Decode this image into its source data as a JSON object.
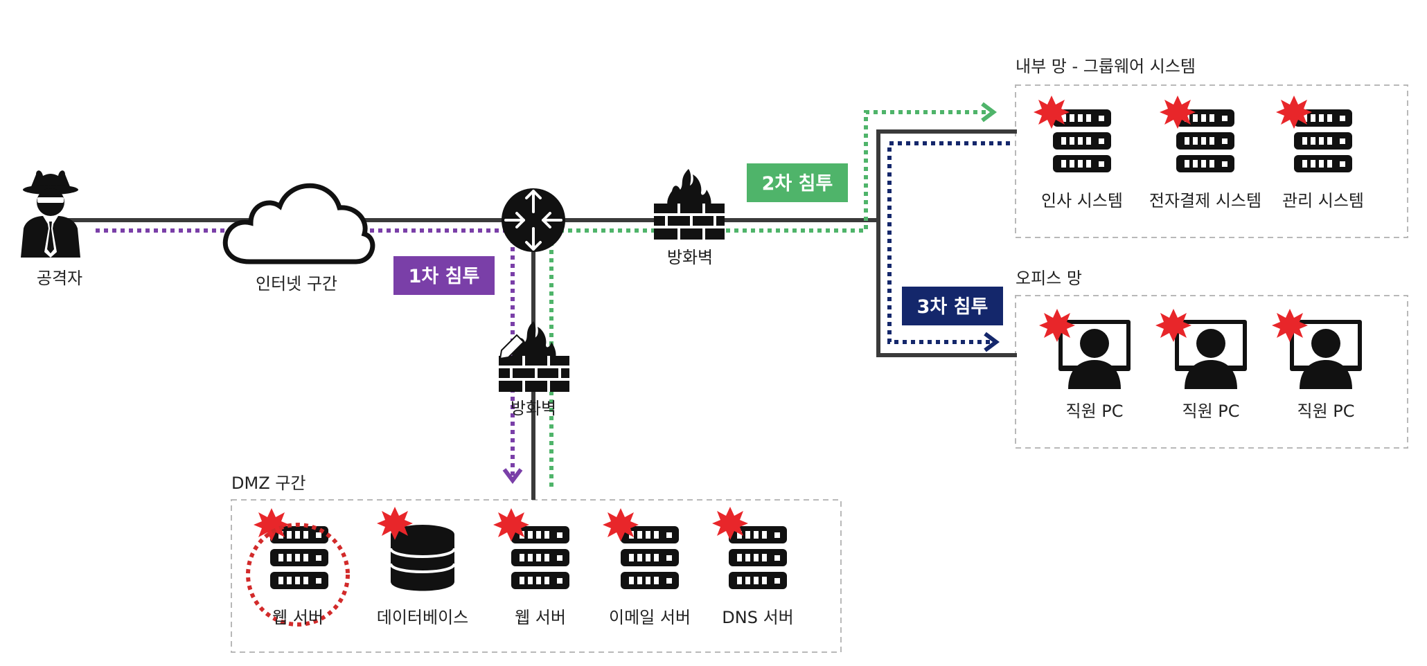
{
  "attacker": {
    "label": "공격자"
  },
  "internet": {
    "label": "인터넷 구간"
  },
  "firewall_main": {
    "label": "방화벽"
  },
  "firewall_dmz": {
    "label": "방화벽"
  },
  "badges": {
    "first": {
      "label": "1차 침투",
      "color": "#7a3fa8"
    },
    "second": {
      "label": "2차 침투",
      "color": "#4fb46a"
    },
    "third": {
      "label": "3차 침투",
      "color": "#14276b"
    }
  },
  "zones": {
    "internal": {
      "title": "내부 망 - 그룹웨어 시스템",
      "items": [
        {
          "label": "인사 시스템",
          "icon": "server-icon"
        },
        {
          "label": "전자결제 시스템",
          "icon": "server-icon"
        },
        {
          "label": "관리 시스템",
          "icon": "server-icon"
        }
      ]
    },
    "office": {
      "title": "오피스 망",
      "items": [
        {
          "label": "직원 PC",
          "icon": "user-pc-icon"
        },
        {
          "label": "직원 PC",
          "icon": "user-pc-icon"
        },
        {
          "label": "직원 PC",
          "icon": "user-pc-icon"
        }
      ]
    },
    "dmz": {
      "title": "DMZ 구간",
      "items": [
        {
          "label": "웹 서버",
          "icon": "server-icon"
        },
        {
          "label": "데이터베이스",
          "icon": "database-icon"
        },
        {
          "label": "웹 서버",
          "icon": "server-icon"
        },
        {
          "label": "이메일 서버",
          "icon": "server-icon"
        },
        {
          "label": "DNS 서버",
          "icon": "server-icon"
        }
      ]
    }
  },
  "colors": {
    "line": "#3a3a3a",
    "purple": "#7a3fa8",
    "green": "#4fb46a",
    "navy": "#14276b",
    "burst": "#e8262a",
    "highlight": "#d22a2a"
  }
}
